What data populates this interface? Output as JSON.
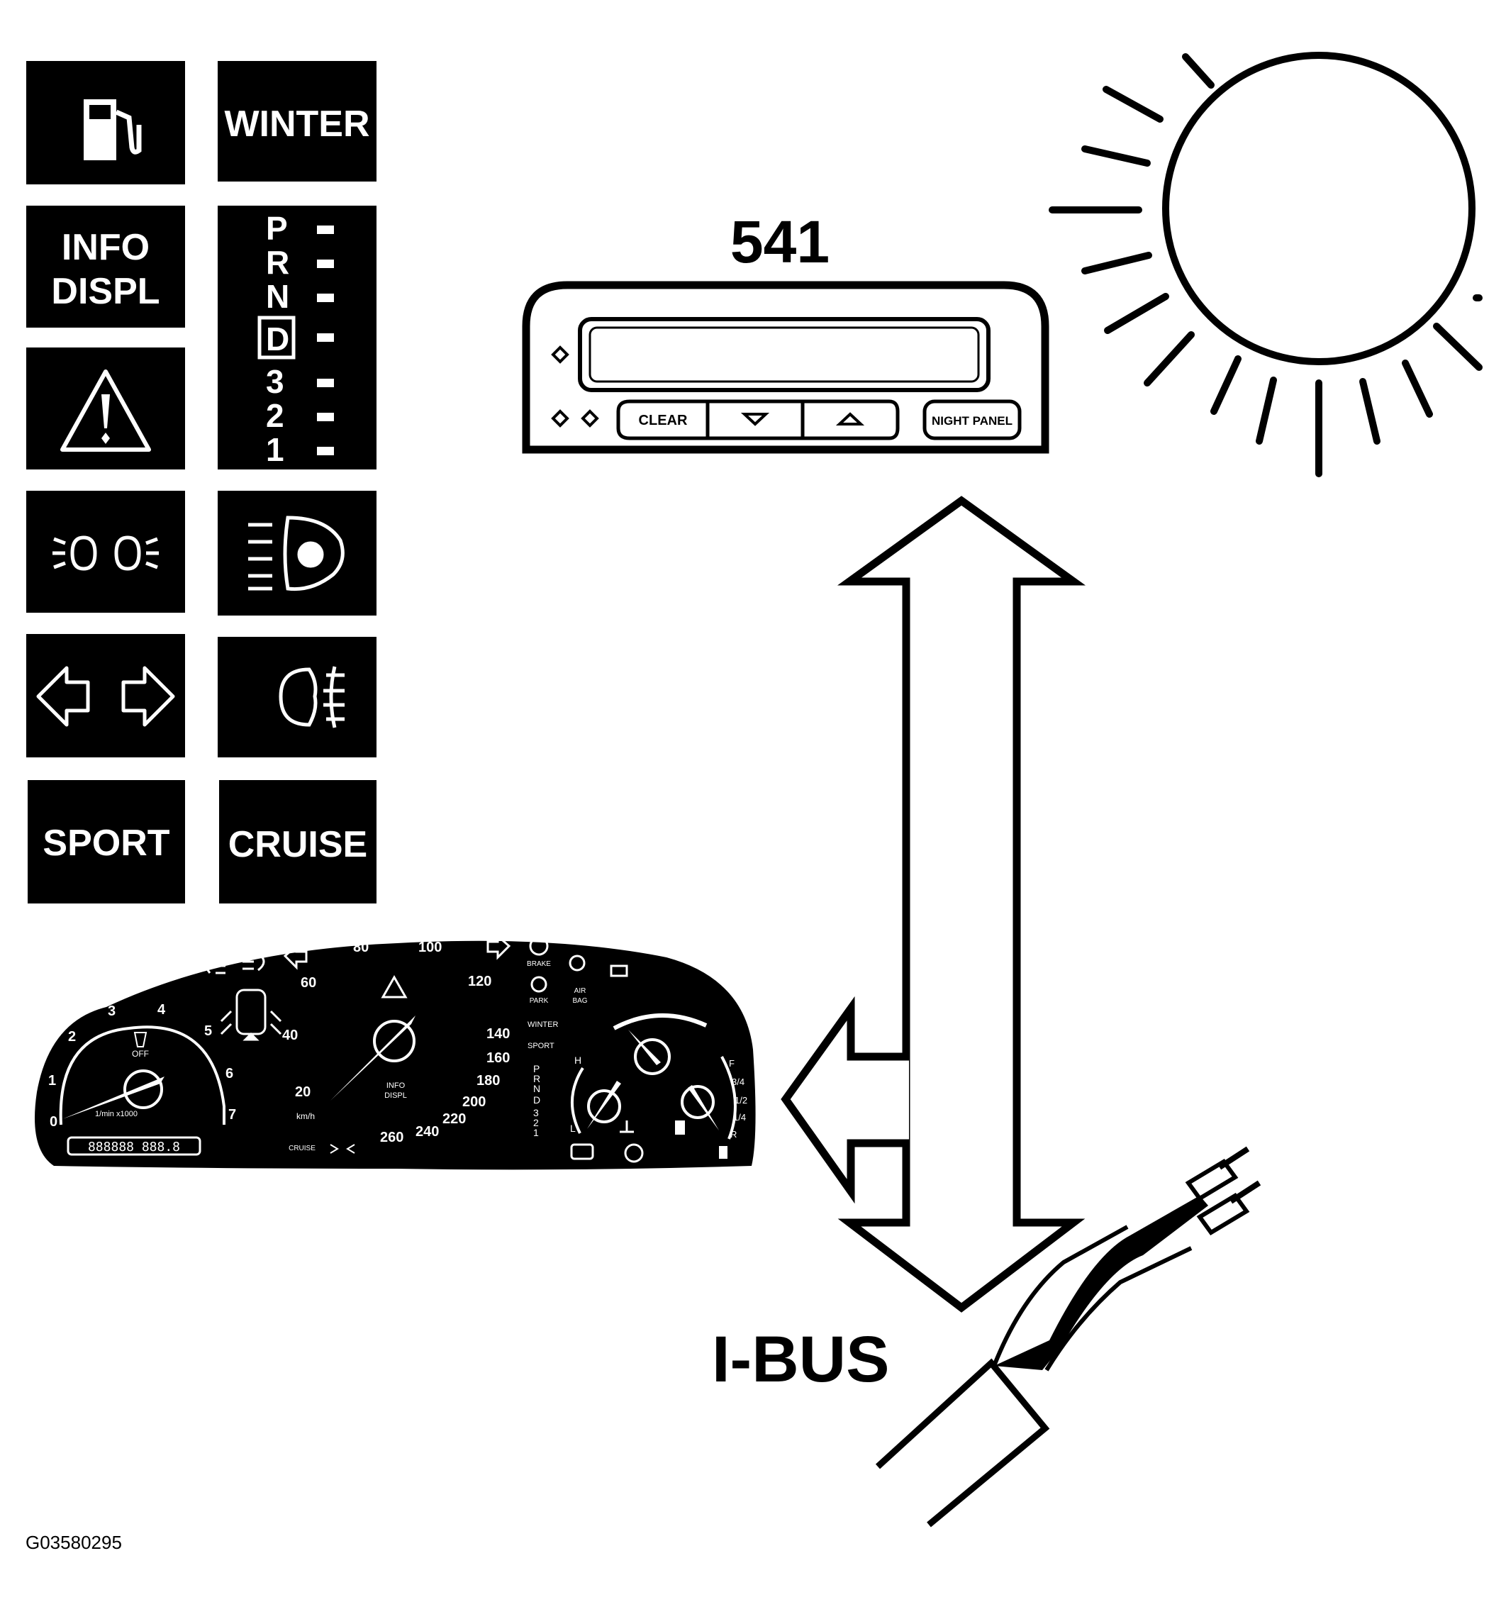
{
  "tiles": {
    "fuel": {
      "icon": "fuel-pump-icon"
    },
    "winter": "WINTER",
    "info": [
      "INFO",
      "DISPL"
    ],
    "gear": [
      "P",
      "R",
      "N",
      "D",
      "3",
      "2",
      "1"
    ],
    "warning": {
      "icon": "warning-triangle-icon"
    },
    "parking": {
      "icon": "parking-lights-icon"
    },
    "highbeam": {
      "icon": "high-beam-icon"
    },
    "turn": {
      "icon": "turn-signal-icon"
    },
    "foglight": {
      "icon": "rear-fog-light-icon"
    },
    "sport": "SPORT",
    "cruise": "CRUISE"
  },
  "display": {
    "id": "541",
    "buttons": {
      "clear": "CLEAR",
      "night": "NIGHT PANEL"
    }
  },
  "sun": {
    "icon": "sun-icon"
  },
  "bus": {
    "label": "I-BUS"
  },
  "cluster": {
    "tach_ticks": [
      "0",
      "1",
      "2",
      "3",
      "4",
      "5",
      "6",
      "7"
    ],
    "tach_unit": "1/min x1000",
    "tcs_off": "OFF",
    "speed_left_ticks": [
      "20",
      "40",
      "60",
      "80"
    ],
    "speed_right_ticks": [
      "100",
      "120",
      "140",
      "160",
      "180",
      "200",
      "220",
      "240",
      "260"
    ],
    "speed_unit": "km/h",
    "info_displ": [
      "INFO",
      "DISPL"
    ],
    "brake": "BRAKE",
    "park": "PARK",
    "air_bag": [
      "AIR",
      "BAG"
    ],
    "winter": "WINTER",
    "sport": "SPORT",
    "gear": [
      "P",
      "R",
      "N",
      "D",
      "3",
      "2",
      "1"
    ],
    "temp_ticks": [
      "H",
      "L"
    ],
    "fuel_ticks": [
      "F",
      "3/4",
      "1/2",
      "1/4",
      "R"
    ],
    "odometer": "888888 888.8",
    "cruise_small": "CRUISE"
  },
  "figure_code": "G03580295"
}
